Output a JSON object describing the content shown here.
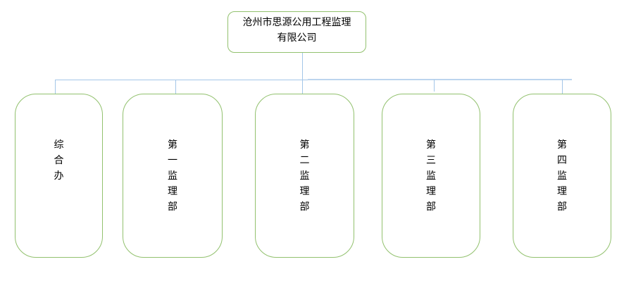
{
  "diagram": {
    "type": "org-chart",
    "root": {
      "name": "沧州市思源公用工程监理有限公司",
      "name_lines": [
        "沧州市思源公用工程监理",
        "有限公司"
      ]
    },
    "departments": [
      {
        "label": "综合办"
      },
      {
        "label": "第一监理部"
      },
      {
        "label": "第二监理部"
      },
      {
        "label": "第三监理部"
      },
      {
        "label": "第四监理部"
      }
    ]
  },
  "colors": {
    "box_border_green": "#92c16e",
    "connector_blue": "#a3c6e8",
    "connector_blue_light": "#bcd5ee",
    "text": "#000000",
    "background": "#ffffff"
  }
}
